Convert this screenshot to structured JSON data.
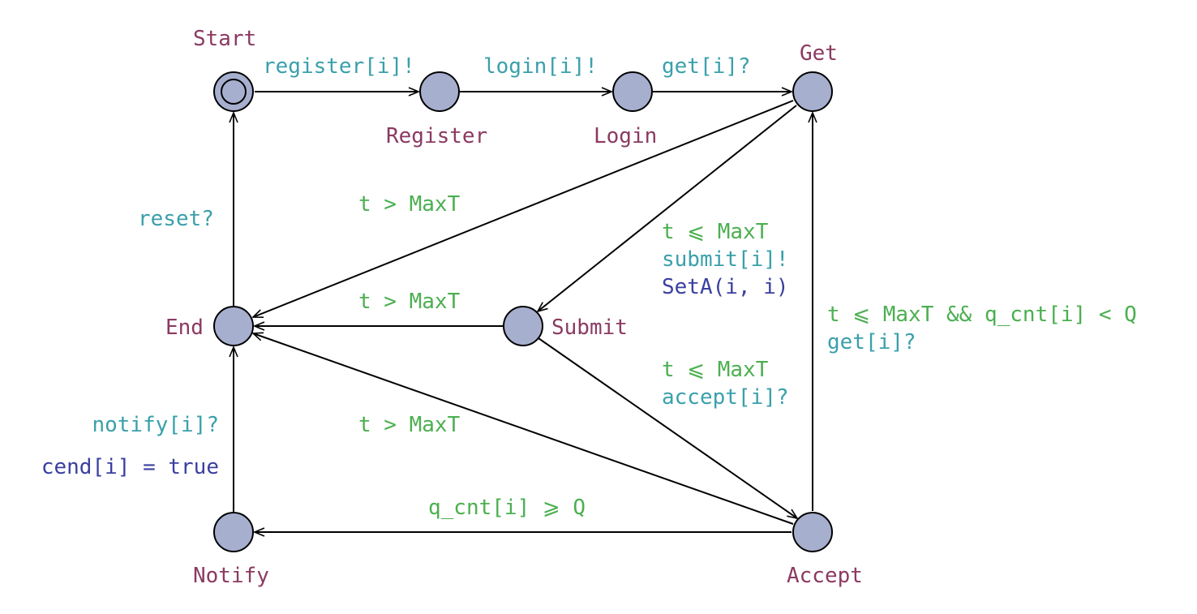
{
  "colors": {
    "state_name": "#8b3a62",
    "guard": "#4caf50",
    "sync": "#3aa0ab",
    "update": "#3a3fa0",
    "node_fill": "#a7afcf"
  },
  "states": {
    "start": "Start",
    "register": "Register",
    "login": "Login",
    "get": "Get",
    "end": "End",
    "submit": "Submit",
    "notify": "Notify",
    "accept": "Accept"
  },
  "edges": {
    "start_register": {
      "sync": "register[i]!"
    },
    "register_login": {
      "sync": "login[i]!"
    },
    "login_get": {
      "sync": "get[i]?"
    },
    "end_start": {
      "sync": "reset?"
    },
    "get_end": {
      "guard": "t > MaxT"
    },
    "get_submit": {
      "guard": "t ⩽ MaxT",
      "sync": "submit[i]!",
      "update": "SetA(i, i)"
    },
    "submit_end": {
      "guard": "t > MaxT"
    },
    "submit_accept": {
      "guard": "t ⩽ MaxT",
      "sync": "accept[i]?"
    },
    "accept_end": {
      "guard": "t > MaxT"
    },
    "accept_get": {
      "guard": "t ⩽ MaxT && q_cnt[i] < Q",
      "sync": "get[i]?"
    },
    "accept_notify": {
      "guard": "q_cnt[i] ⩾ Q"
    },
    "notify_end": {
      "sync": "notify[i]?",
      "update": "cend[i] = true"
    }
  }
}
